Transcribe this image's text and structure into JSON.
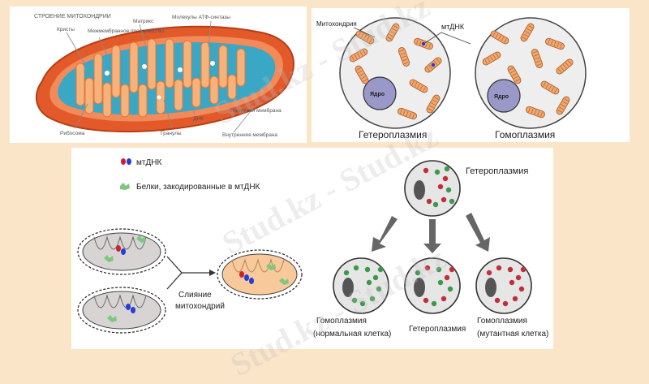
{
  "structure": {
    "title": "СТРОЕНИЕ МИТОХОНДРИИ",
    "labels": {
      "cristae": "Кристы",
      "intermembrane": "Межмембранное пространство",
      "matrix": "Матрикс",
      "atp_synthase": "Молекулы АТФ-синтазы",
      "ribosome": "Рибосома",
      "granules": "Гранулы",
      "dna": "ДНК",
      "outer_membrane": "Наружная мембрана",
      "inner_membrane": "Внутренняя мембрана"
    }
  },
  "cells": {
    "mitochondria_label": "Митохондрия",
    "mtdna_label": "мтДНК",
    "nucleus_label": "Ядро",
    "heteroplasmy": "Гетероплазмия",
    "homoplasmy": "Гомоплазмия"
  },
  "fusion": {
    "legend_mtdna": "мтДНК",
    "legend_proteins": "Белки, закодированные  в мтДНК",
    "fusion_label_line1": "Слияние",
    "fusion_label_line2": "митохондрий",
    "top_cell_label": "Гетероплазмия",
    "bottom_labels": [
      {
        "line1": "Гомоплазмия",
        "line2": "(нормальная клетка)"
      },
      {
        "line1": "Гетероплазмия",
        "line2": ""
      },
      {
        "line1": "Гомоплазмия",
        "line2": "(мутантная клетка)"
      }
    ]
  },
  "watermark": "Stud.kz - Stud.kz",
  "colors": {
    "background": "#fbe5c8",
    "outer_membrane": "#e25a2a",
    "matrix": "#3aa7c4",
    "wild_dot": "#3a9a4a",
    "mutant_dot": "#c0303a",
    "mtdna_blue": "#2a3bd6",
    "mtdna_red": "#d0202a"
  }
}
